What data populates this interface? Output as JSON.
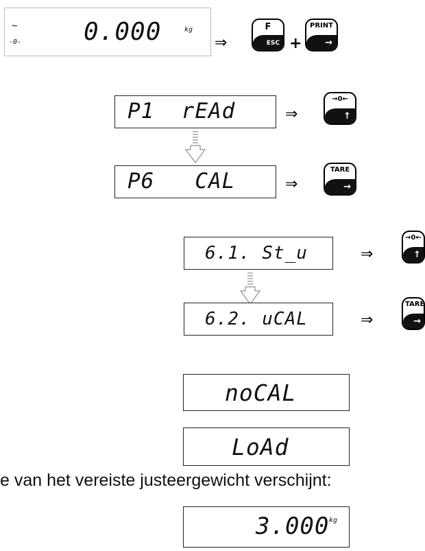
{
  "steps": {
    "initial": {
      "display": "0.000",
      "unit": "kg",
      "indicator_top": "~",
      "indicator_zero": "-0-"
    },
    "menu": [
      {
        "display": "P1  rEAd"
      },
      {
        "display": "P6   CAL"
      }
    ],
    "submenu": [
      {
        "display": "6.1. St_u"
      },
      {
        "display": "6.2. uCAL"
      }
    ],
    "messages": [
      {
        "display": "noCAL"
      },
      {
        "display": "LoAd"
      }
    ],
    "weight": {
      "display": "3.000",
      "unit": "kg"
    }
  },
  "keys": {
    "f_esc": {
      "top": "F",
      "bottom": "ESC"
    },
    "print": {
      "top": "PRINT",
      "bottom": "→"
    },
    "zero": {
      "top": "→0←",
      "bottom": "↑"
    },
    "tare": {
      "top": "TARE",
      "bottom": "→"
    }
  },
  "symbols": {
    "implies": "⇒",
    "plus": "+"
  },
  "caption": "e van het vereiste justeergewicht verschijnt:"
}
